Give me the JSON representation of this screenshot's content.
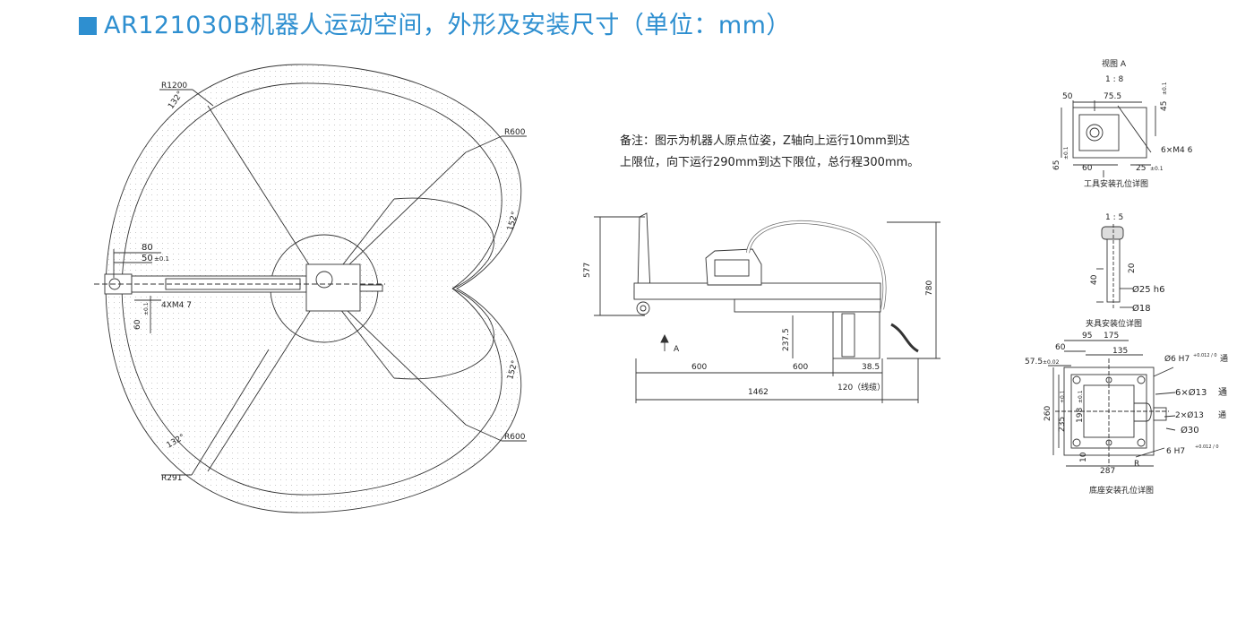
{
  "title": "AR121030B机器人运动空间，外形及安装尺寸（单位：mm）",
  "note": {
    "line1": "备注：图示为机器人原点位姿，Z轴向上运行10mm到达",
    "line2": "上限位，向下运行290mm到达下限位，总行程300mm。"
  },
  "workspace": {
    "r_outer": "R1200",
    "r_inner": "R291",
    "r600_top": "R600",
    "r600_bottom": "R600",
    "angle_top_left": "132°",
    "angle_bottom_left": "132°",
    "angle_right_top": "152°",
    "angle_right_bottom": "152°",
    "dim_80": "80",
    "dim_50": "50",
    "tol_50": "±0.1",
    "dim_60": "60",
    "tol_60": "±0.1",
    "holes": "4XM4 7"
  },
  "side_view": {
    "dim_577": "577",
    "dim_780": "780",
    "dim_2375": "237.5",
    "dim_600a": "600",
    "dim_600b": "600",
    "dim_385": "38.5",
    "dim_1462": "1462",
    "dim_120": "120（线缆）",
    "arrow_a": "A"
  },
  "view_a": {
    "title": "视图 A",
    "scale": "1 : 8",
    "d50": "50",
    "d755": "75.5",
    "d45": "45",
    "tol45": "±0.1",
    "d65": "65",
    "tol65": "±0.1",
    "d60": "60",
    "d25": "25",
    "tol25": "±0.1",
    "holes": "6×M4 6",
    "caption": "工具安装孔位详图"
  },
  "fixture": {
    "scale": "1 : 5",
    "d40": "40",
    "d20": "20",
    "phi25": "Ø25 h6",
    "phi18": "Ø18",
    "caption": "夹具安装位详图"
  },
  "base": {
    "d95": "95",
    "d175": "175",
    "d60": "60",
    "d135": "135",
    "d575": "57.5",
    "tol575": "±0.02",
    "phi6h7a": "Ø6 H7",
    "tol_a": "+0.012 / 0",
    "through_a": "通",
    "holes13": "6×Ø13",
    "through_b": "通",
    "holes13b": "2×Ø13",
    "through_c": "通",
    "phi30": "Ø30",
    "d260": "260",
    "d235": "235",
    "tol235": "±0.1",
    "d198": "198",
    "tol198": "±0.1",
    "d10": "10",
    "d287": "287",
    "phi6h7b": "6 H7",
    "tol_b": "+0.012 / 0",
    "letter_r": "R",
    "caption": "底座安装孔位详图"
  }
}
